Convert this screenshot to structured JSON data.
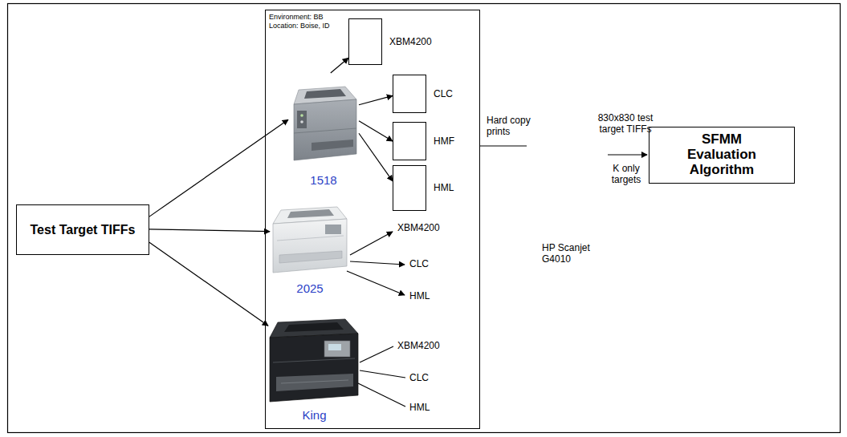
{
  "diagram": {
    "nodes": [
      {
        "text": [
          "Test Target TIFFs"
        ]
      },
      {
        "text": [
          "Environment: BB",
          "Location: Boise, ID"
        ]
      },
      {
        "text": [
          "1518"
        ],
        "in": 1
      },
      {
        "text": [
          "XBM4200"
        ],
        "in": 1
      },
      {
        "text": [
          "CLC"
        ],
        "in": 1
      },
      {
        "text": [
          "HMF"
        ],
        "in": 1
      },
      {
        "text": [
          "HML"
        ],
        "in": 1
      },
      {
        "text": [
          "2025"
        ],
        "in": 1
      },
      {
        "text": [
          "King"
        ],
        "in": 1
      },
      {
        "text": [
          "SFMM Evaluation Algorithm"
        ]
      }
    ],
    "edges": [
      {
        "from": 0,
        "to": 2,
        "arrow": "to"
      },
      {
        "from": 0,
        "to": 7,
        "arrow": "to"
      },
      {
        "from": 0,
        "to": 8,
        "arrow": "to"
      },
      {
        "from": 2,
        "to": 3,
        "arrow": "to"
      },
      {
        "from": 2,
        "to": 4,
        "arrow": "to"
      },
      {
        "from": 2,
        "to": 5,
        "arrow": "to"
      },
      {
        "from": 2,
        "to": 6,
        "arrow": "to"
      }
    ],
    "labels": [
      "XBM4200",
      "CLC",
      "HML",
      "XBM4200",
      "CLC",
      "HML",
      "Hard copy prints",
      "830x830 test target TIFFs",
      "K only targets",
      "HP Scanjet G4010"
    ]
  }
}
